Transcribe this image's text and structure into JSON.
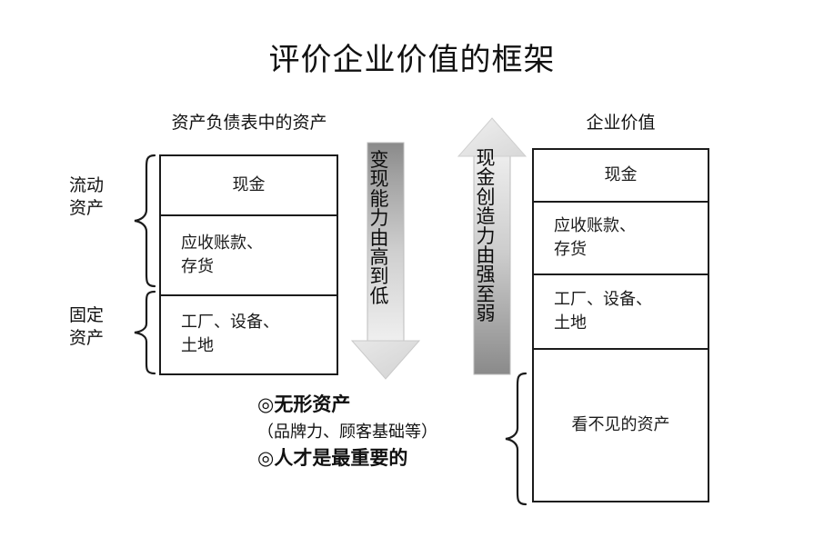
{
  "title": "评价企业价值的框架",
  "columns": {
    "left_header": "资产负债表中的资产",
    "right_header": "企业价值"
  },
  "balance_sheet_box": {
    "rows": [
      {
        "label": "现金"
      },
      {
        "label": "应收账款、\n存货"
      },
      {
        "label": "工厂、设备、\n土地"
      }
    ]
  },
  "enterprise_value_box": {
    "rows": [
      {
        "label": "现金"
      },
      {
        "label": "应收账款、\n存货"
      },
      {
        "label": "工厂、设备、\n土地"
      },
      {
        "label": "看不见的资产"
      }
    ]
  },
  "side_labels": {
    "current_assets": "流动\n资产",
    "fixed_assets": "固定\n资产"
  },
  "arrows": {
    "liquidity": {
      "text": "变现能力由高到低",
      "direction": "down",
      "gradient_from": "#8d8d8d",
      "gradient_to": "#f2f2f2",
      "head_color": "#e2e2e2"
    },
    "cash_generation": {
      "text": "现金创造力由强至弱",
      "direction": "up",
      "gradient_from": "#f2f2f2",
      "gradient_to": "#8d8d8d",
      "head_color": "#e6e6e6"
    }
  },
  "notes": [
    {
      "text": "◎无形资产",
      "style": "strong"
    },
    {
      "text": "（品牌力、顾客基础等）",
      "style": "sub"
    },
    {
      "text": "◎人才是最重要的",
      "style": "strong"
    }
  ],
  "colors": {
    "border": "#1b1b1b",
    "text": "#111111",
    "background": "#ffffff"
  }
}
